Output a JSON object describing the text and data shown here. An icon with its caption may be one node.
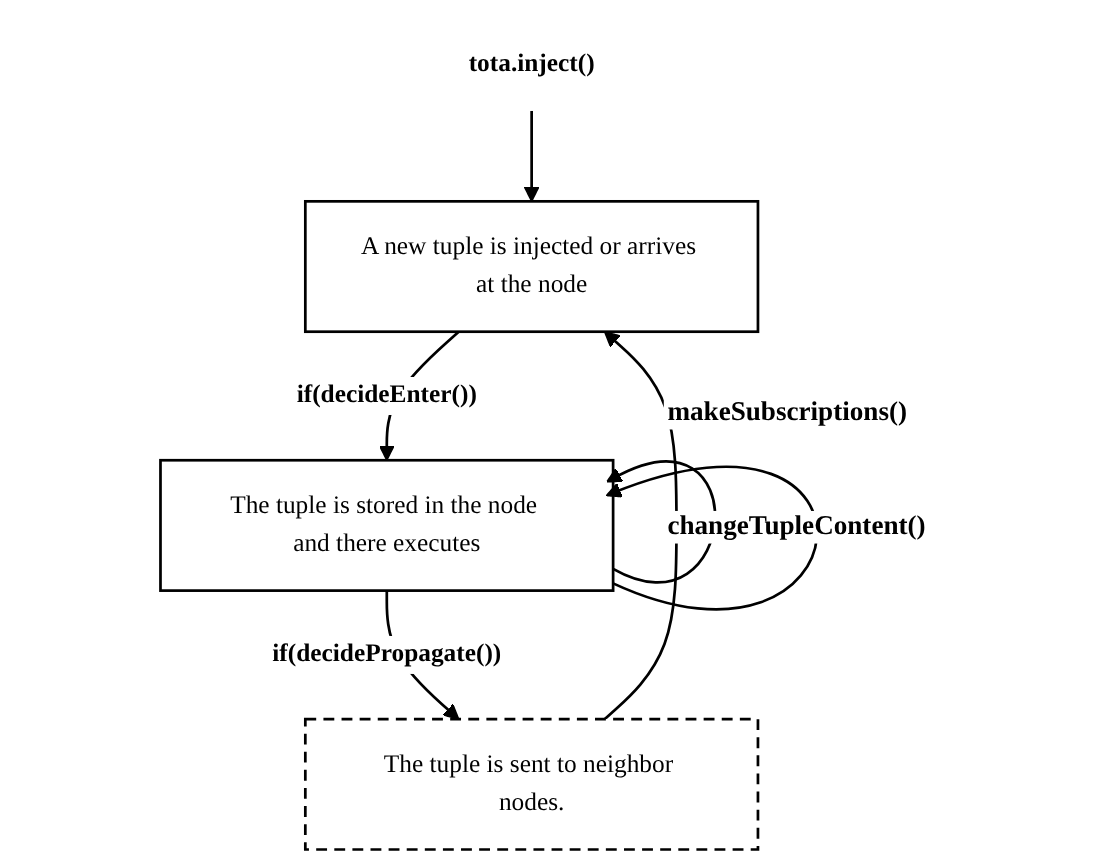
{
  "diagram": {
    "nodes": [
      {
        "text": [
          "tota.inject()"
        ]
      },
      {
        "text": [
          "A new tuple is injected or arrives at the node"
        ]
      },
      {
        "text": [
          "The tuple is stored in the node and there executes"
        ]
      },
      {
        "text": [
          "The tuple is sent to neighbor nodes."
        ]
      }
    ],
    "edges": [
      {
        "from": 0,
        "to": 1,
        "arrow": "to"
      },
      {
        "from": 1,
        "to": 2,
        "arrow": "to",
        "label": "if(decideEnter())"
      },
      {
        "from": 2,
        "to": 2,
        "arrow": "to",
        "label": "makeSubscriptions()"
      },
      {
        "from": 2,
        "to": 2,
        "arrow": "to",
        "label": "changeTupleContent()"
      },
      {
        "from": 2,
        "to": 3,
        "arrow": "to",
        "label": "if(decidePropagate())"
      },
      {
        "from": 3,
        "to": 1,
        "arrow": "to"
      }
    ]
  }
}
